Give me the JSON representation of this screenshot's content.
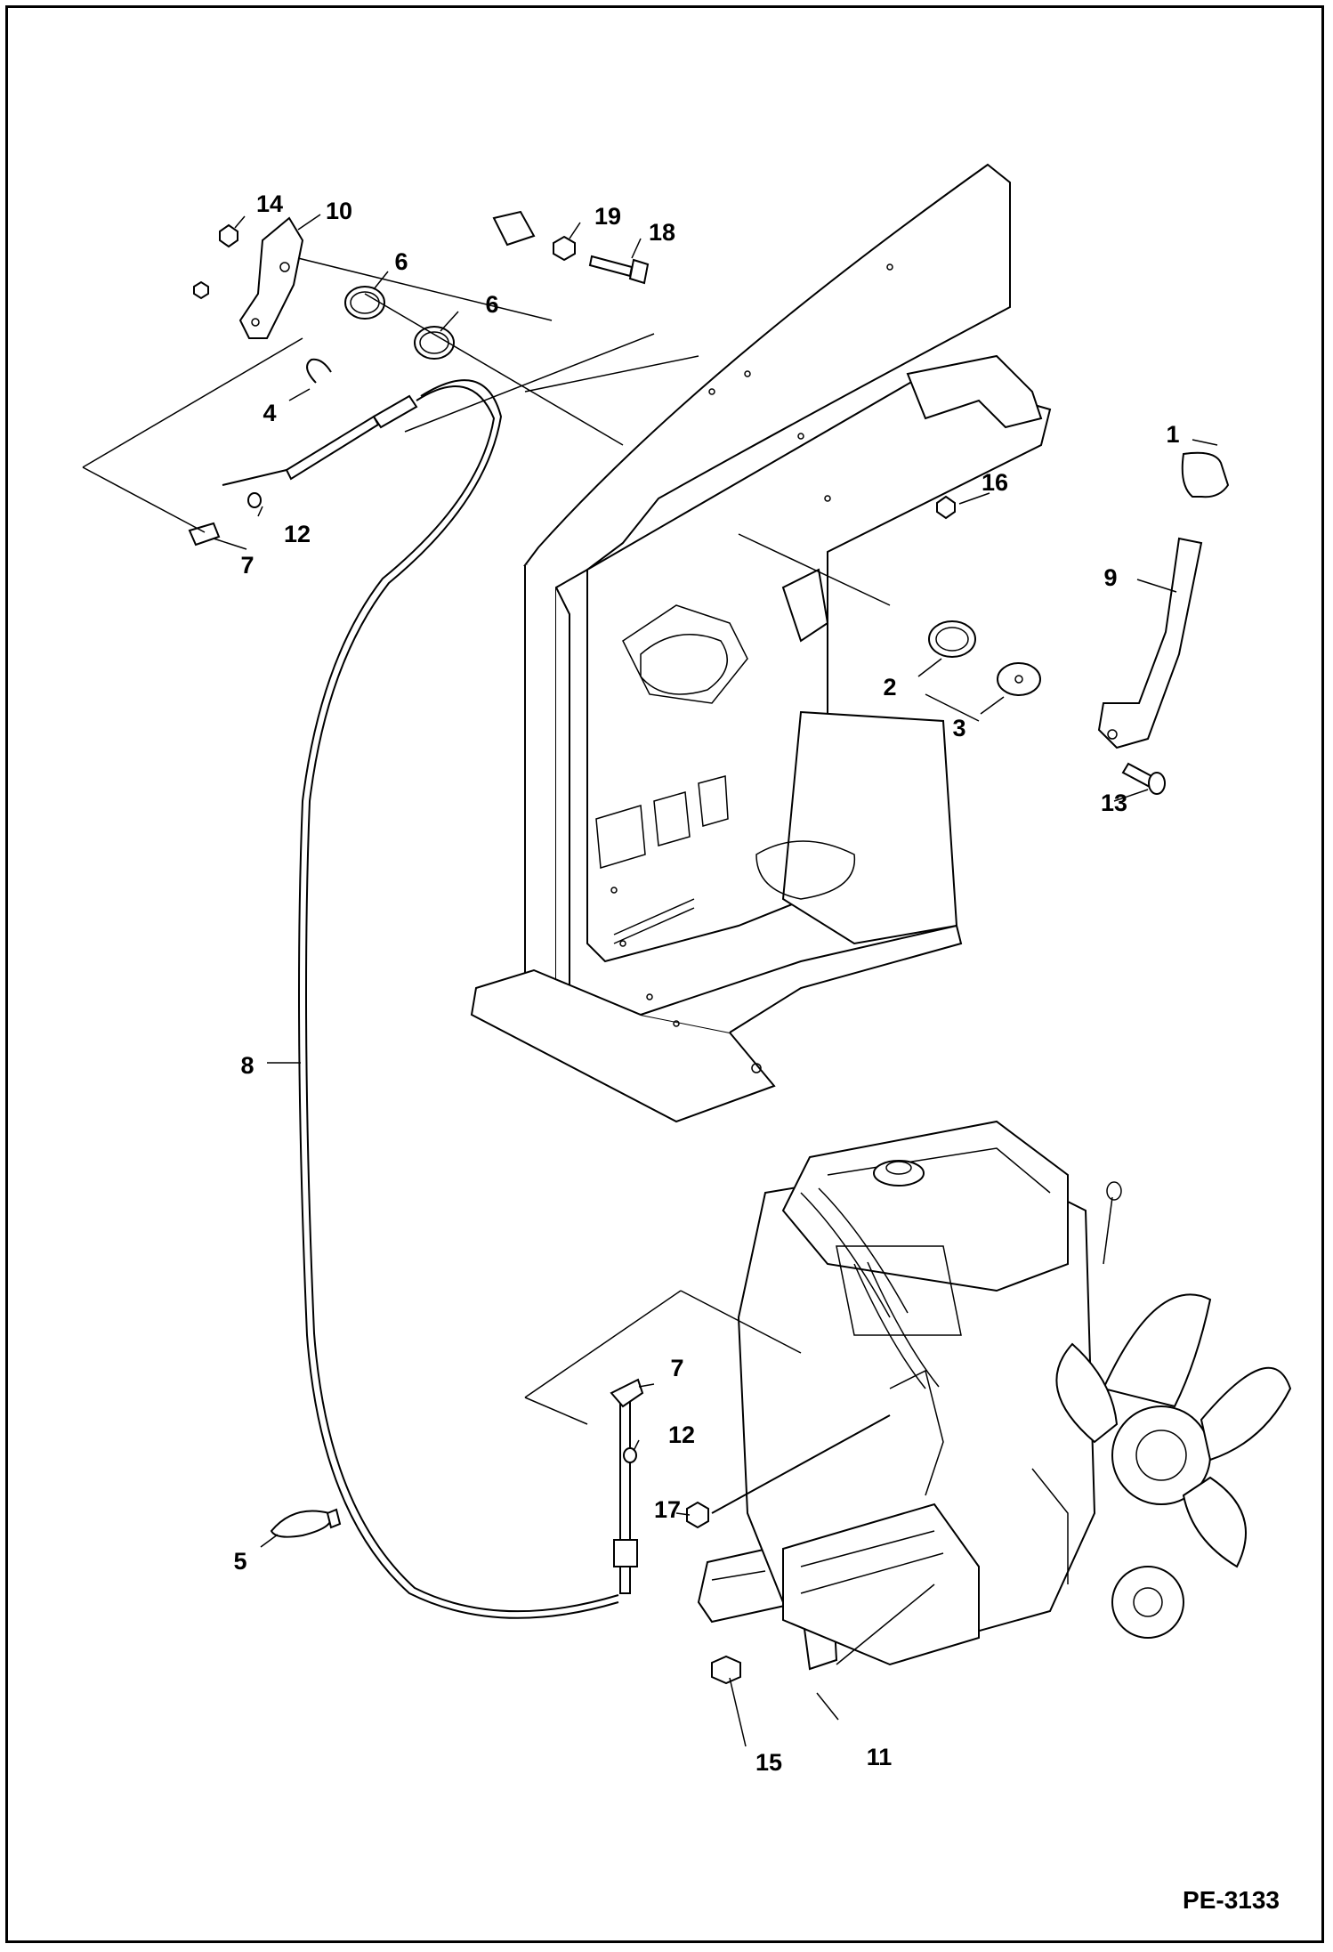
{
  "figure": {
    "reference_code": "PE-3133",
    "callouts": [
      {
        "id": "c1",
        "label": "1"
      },
      {
        "id": "c2",
        "label": "2"
      },
      {
        "id": "c3",
        "label": "3"
      },
      {
        "id": "c4",
        "label": "4"
      },
      {
        "id": "c5",
        "label": "5"
      },
      {
        "id": "c6a",
        "label": "6"
      },
      {
        "id": "c6b",
        "label": "6"
      },
      {
        "id": "c7a",
        "label": "7"
      },
      {
        "id": "c7b",
        "label": "7"
      },
      {
        "id": "c8",
        "label": "8"
      },
      {
        "id": "c9",
        "label": "9"
      },
      {
        "id": "c10",
        "label": "10"
      },
      {
        "id": "c11",
        "label": "11"
      },
      {
        "id": "c12a",
        "label": "12"
      },
      {
        "id": "c12b",
        "label": "12"
      },
      {
        "id": "c13",
        "label": "13"
      },
      {
        "id": "c14",
        "label": "14"
      },
      {
        "id": "c15",
        "label": "15"
      },
      {
        "id": "c16",
        "label": "16"
      },
      {
        "id": "c17",
        "label": "17"
      },
      {
        "id": "c18",
        "label": "18"
      },
      {
        "id": "c19",
        "label": "19"
      }
    ]
  }
}
